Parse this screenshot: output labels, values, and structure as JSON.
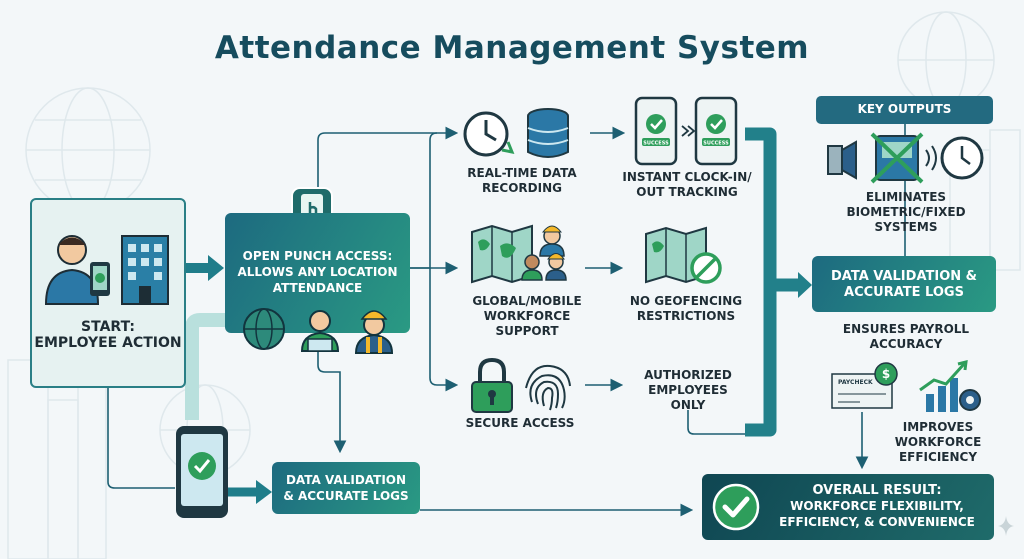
{
  "title": "Attendance Management System",
  "start": {
    "label1": "START:",
    "label2": "EMPLOYEE ACTION"
  },
  "punch": {
    "line1": "OPEN PUNCH ACCESS:",
    "line2": "ALLOWS ANY LOCATION",
    "line3": "ATTENDANCE"
  },
  "features": {
    "realtime": {
      "line1": "REAL-TIME DATA",
      "line2": "RECORDING"
    },
    "clockin": {
      "line1": "INSTANT CLOCK-IN/",
      "line2": "OUT TRACKING"
    },
    "global": {
      "line1": "GLOBAL/MOBILE",
      "line2": "WORKFORCE SUPPORT"
    },
    "nogeo": {
      "line1": "NO GEOFENCING",
      "line2": "RESTRICTIONS"
    },
    "secure": {
      "line1": "SECURE ACCESS"
    },
    "authorized": {
      "line1": "AUTHORIZED",
      "line2": "EMPLOYEES",
      "line3": "ONLY"
    }
  },
  "phone_badge": "SUCCESS",
  "validation_bottom": {
    "line1": "DATA VALIDATION",
    "line2": "& ACCURATE LOGS"
  },
  "outputs": {
    "header": "KEY OUTPUTS",
    "eliminates": {
      "line1": "ELIMINATES",
      "line2": "BIOMETRIC/FIXED",
      "line3": "SYSTEMS"
    },
    "validation": {
      "line1": "DATA VALIDATION &",
      "line2": "ACCURATE LOGS"
    },
    "payroll": {
      "line1": "ENSURES PAYROLL",
      "line2": "ACCURACY"
    },
    "paycheck_label": "PAYCHECK",
    "efficiency": {
      "line1": "IMPROVES",
      "line2": "WORKFORCE",
      "line3": "EFFICIENCY"
    }
  },
  "overall": {
    "line1": "OVERALL RESULT:",
    "line2": "WORKFORCE FLEXIBILITY,",
    "line3": "EFFICIENCY, & CONVENIENCE"
  },
  "colors": {
    "primary": "#1d6a80",
    "accent": "#2a9a83",
    "dark": "#0f4652",
    "title": "#164c5e",
    "success": "#2e9e5b"
  }
}
